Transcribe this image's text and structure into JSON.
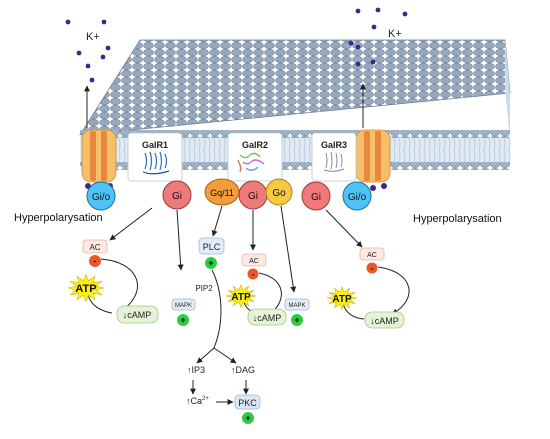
{
  "ions": {
    "label_left": "K+",
    "label_right": "K+"
  },
  "receptors": [
    {
      "name": "GalR1"
    },
    {
      "name": "GalR2"
    },
    {
      "name": "GalR3"
    }
  ],
  "g_proteins": {
    "gio_left": "Gi/o",
    "gi_r1": "Gi",
    "gq11": "Gq/11",
    "gi_r2": "Gi",
    "go_r2": "Go",
    "gi_r3": "Gi",
    "gio_right": "Gi/o"
  },
  "labels": {
    "hyperpol_left": "Hyperpolarysation",
    "hyperpol_right": "Hyperpolarysation",
    "ac": "AC",
    "atp": "ATP",
    "camp": "↓cAMP",
    "mapk": "MAPK",
    "plc": "PLC",
    "pip2": "PIP2",
    "ip3": "↑IP3",
    "dag": "↑DAG",
    "ca": "↑Ca",
    "ca_sup": "2+",
    "pkc": "PKC",
    "minus": "-",
    "plus": "+"
  },
  "colors": {
    "membrane_head": "#95a8bd",
    "membrane_head_stroke": "#6c7f94",
    "membrane_tail": "#c9dceb",
    "channel": "#f6c06a",
    "channel_core": "#e8883f",
    "gi_red": "#f07a7a",
    "gio_blue": "#4fc3f7",
    "gq_orange": "#f39c3c",
    "go_yellow": "#f7c842",
    "ac_box": "#fde8e2",
    "camp_box": "#e4f3d6",
    "plc_box": "#e3edf9",
    "minus_red": "#e8572a",
    "plus_green": "#2ecc40",
    "atp_star": "#ffee1a",
    "ion": "#3b2a8c"
  }
}
